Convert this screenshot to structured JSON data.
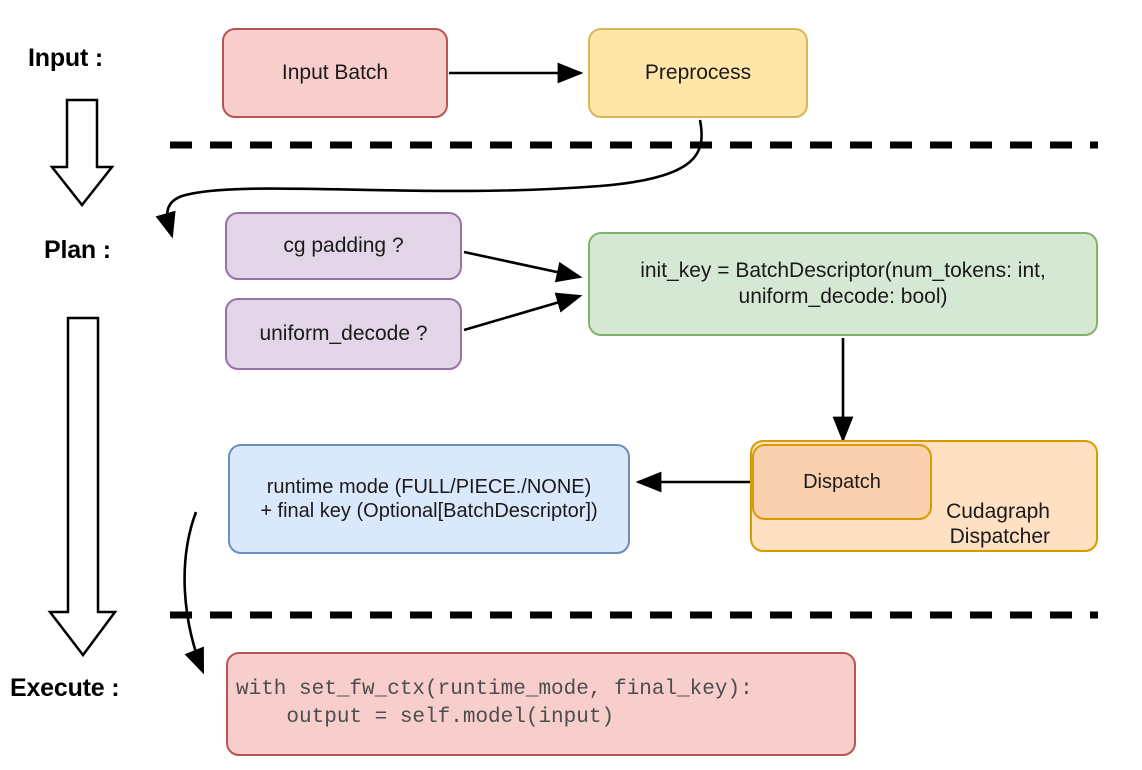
{
  "diagram": {
    "title": "CUDA graph dispatch pipeline",
    "stage_labels": [
      {
        "id": "input",
        "text": "Input :"
      },
      {
        "id": "plan",
        "text": "Plan :"
      },
      {
        "id": "execute",
        "text": "Execute :"
      }
    ],
    "nodes": {
      "input_batch": {
        "label": "Input Batch"
      },
      "preprocess": {
        "label": "Preprocess"
      },
      "cg_padding": {
        "label": "cg padding ?"
      },
      "uniform_decode": {
        "label": "uniform_decode ?"
      },
      "init_key_line1": {
        "label": "init_key = BatchDescriptor(num_tokens: int,"
      },
      "init_key_line2": {
        "label": "uniform_decode: bool)"
      },
      "dispatch": {
        "label": "Dispatch"
      },
      "cudagraph_line1": {
        "label": "Cudagraph"
      },
      "cudagraph_line2": {
        "label": "Dispatcher"
      },
      "runtime_line1": {
        "label": "runtime mode (FULL/PIECE./NONE)"
      },
      "runtime_line2": {
        "label": "+ final key (Optional[BatchDescriptor])"
      },
      "code_line1": {
        "label": "with set_fw_ctx(runtime_mode, final_key):"
      },
      "code_line2": {
        "label": "    output = self.model(input)"
      }
    },
    "colors": {
      "pink_fill": "#f8cecc",
      "pink_stroke": "#b85450",
      "yellow_fill": "#ffe6a8",
      "yellow_stroke": "#d6b656",
      "purple_fill": "#e1d5e7",
      "purple_stroke": "#9673a6",
      "green_fill": "#d5e8d4",
      "green_stroke": "#82b366",
      "orange_fill": "#ffe0c2",
      "orange_inner_fill": "#fbd0ae",
      "orange_stroke": "#d79b00",
      "blue_fill": "#dae8fc",
      "blue_stroke": "#6c8ebf",
      "line": "#000000",
      "background": "#ffffff"
    }
  }
}
